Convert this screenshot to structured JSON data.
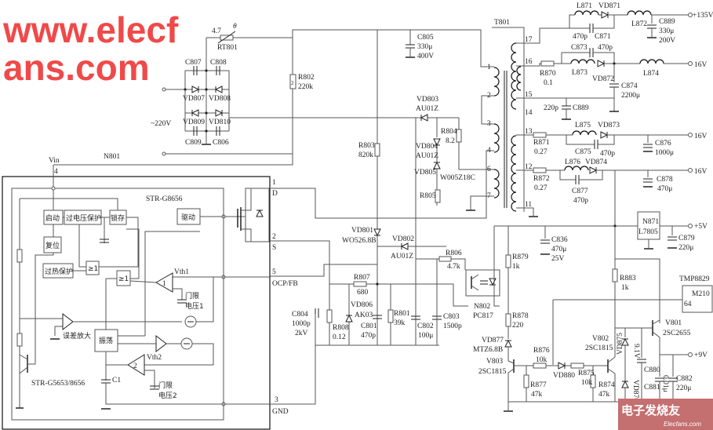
{
  "ic": {
    "vin": "Vin",
    "name": "N801",
    "pin4": "4",
    "pin1": "1",
    "pinD": "D",
    "pin2": "2",
    "pinS": "S",
    "pin5": "5",
    "pinOCP": "OCP/FB",
    "pin3": "3",
    "pinGND": "GND",
    "chip_inner": "STR-G8656",
    "chip_outer": "STR-G5653/8656",
    "block_start": "启动",
    "block_ovp": "过电压保护",
    "block_latch": "锁存",
    "block_drive": "驱动",
    "block_reset": "复位",
    "block_otp": "过热保护",
    "or_gate1": "≥1",
    "or_gate2": "≥1",
    "comp1": "1",
    "comp2": "2",
    "vth1": "Vth1",
    "vth2": "Vth2",
    "thresh1_a": "门限",
    "thresh1_b": "电压1",
    "thresh2_a": "门限",
    "thresh2_b": "电压2",
    "err_amp": "误差放大",
    "osc": "振荡",
    "c1": "C1"
  },
  "input": {
    "ac": "~220V",
    "rt801": "RT801",
    "rt801_val": "4.7",
    "theta": "θ",
    "c807": "C807",
    "c808": "C808",
    "vd807": "VD807",
    "vd808": "VD808",
    "vd809": "VD809",
    "vd810": "VD810",
    "c809": "C809",
    "c806": "C806",
    "r802": "R802",
    "r802_val": "220k",
    "r802_mark": "2",
    "c805": "C805",
    "c805_val": "330μ",
    "c805_v": "400V"
  },
  "primary": {
    "r803": "R803",
    "r803_val": "820k",
    "vd803": "VD803",
    "vd803_type": "AU01Z",
    "r804": "R804",
    "r804_val": "8.2",
    "vd804": "VD804",
    "vd804_type": "AU01Z",
    "vd805": "VD805",
    "vd805_type": "W005Z18C",
    "r805": "R805",
    "vd801": "VD801",
    "vd801_type": "WO526.8B",
    "vd802": "VD802",
    "vd802_type": "AU01Z",
    "r806": "R806",
    "r806_val": "4.7k",
    "r807": "R807",
    "r807_val": "680",
    "vd806": "VD806",
    "vd806_type": "AK03",
    "c804": "C804",
    "c804_val": "1000p",
    "c804_v": "2kV",
    "r808": "R808",
    "r808_val": "0.12",
    "c801": "C801",
    "c801_val": "470p",
    "r801": "R801",
    "r801_val": "39k",
    "c802": "C802",
    "c802_val": "100μ",
    "c803": "C803",
    "c803_val": "1500p",
    "n802": "N802",
    "n802_type": "PC817"
  },
  "transformer": {
    "name": "T801",
    "pins": [
      "1",
      "2",
      "3",
      "4",
      "6",
      "7",
      "17",
      "16",
      "15",
      "14",
      "13",
      "12",
      "11"
    ]
  },
  "outputs": {
    "l871": "L871",
    "vd871": "VD871",
    "l872": "L872",
    "c889a": "C889",
    "c889a_val": "330μ",
    "c889a_v": "200V",
    "v135": "+135V",
    "c871_val": "470p",
    "c871": "C871",
    "c873": "C873",
    "c873_val": "470p",
    "r870": "R870",
    "r870_val": "0.1",
    "l873": "L873",
    "vd872": "VD872",
    "l874": "L874",
    "v16a": "16V",
    "c874": "C874",
    "c874_val": "2200μ",
    "c889b_val": "220p",
    "c889b": "C889",
    "l875": "L875",
    "vd873": "VD873",
    "r871": "R871",
    "r871_val": "0.27",
    "c875": "C875",
    "c875_val": "470p",
    "c876": "C876",
    "c876_val": "1000μ",
    "v16b": "16V",
    "l876": "L876",
    "vd874": "VD874",
    "r872": "R872",
    "r872_val": "0.27",
    "c877": "C877",
    "c877_val": "470p",
    "c878": "C878",
    "c878_val": "470μ",
    "v16c": "16V"
  },
  "control": {
    "n871": "N871",
    "n871_type": "L7805",
    "v5": "+5V",
    "c879": "C879",
    "c879_val": "220μ",
    "c836": "C836",
    "c836_val": "470μ",
    "c836_v": "25V",
    "r879": "R879",
    "r879_val": "1k",
    "r883": "R883",
    "r883_val": "1k",
    "mcu": "TMP8829",
    "mcu_sig": "M210",
    "mcu_pin": "64",
    "r878": "R878",
    "r878_val": "220",
    "vd877": "VD877",
    "vd877_type": "MTZ6.8B",
    "v803": "V803",
    "v803_type": "2SC1815",
    "r876": "R876",
    "r876_val": "10k",
    "vd880": "VD880",
    "r875": "R875",
    "r875_val": "10k",
    "r877": "R877",
    "r877_val": "47k",
    "r874": "R874",
    "r874_val": "47k",
    "v802": "V802",
    "v802_type": "2SC1815",
    "vd875": "VD875",
    "vz": "9.1V",
    "c880": "C880",
    "vd876": "VD876",
    "c881": "C881",
    "c881_val": "0.01μ",
    "c882": "C882",
    "c882_val": "220μ",
    "v801": "V801",
    "v801_type": "2SC2655",
    "v9": "+9V"
  },
  "watermark": {
    "text": "www.elecfans.com",
    "logo_cn": "电子发烧友",
    "logo_en": "Elecfans.com"
  },
  "colors": {
    "watermark": "#ee2a2a",
    "wire": "#555555"
  }
}
